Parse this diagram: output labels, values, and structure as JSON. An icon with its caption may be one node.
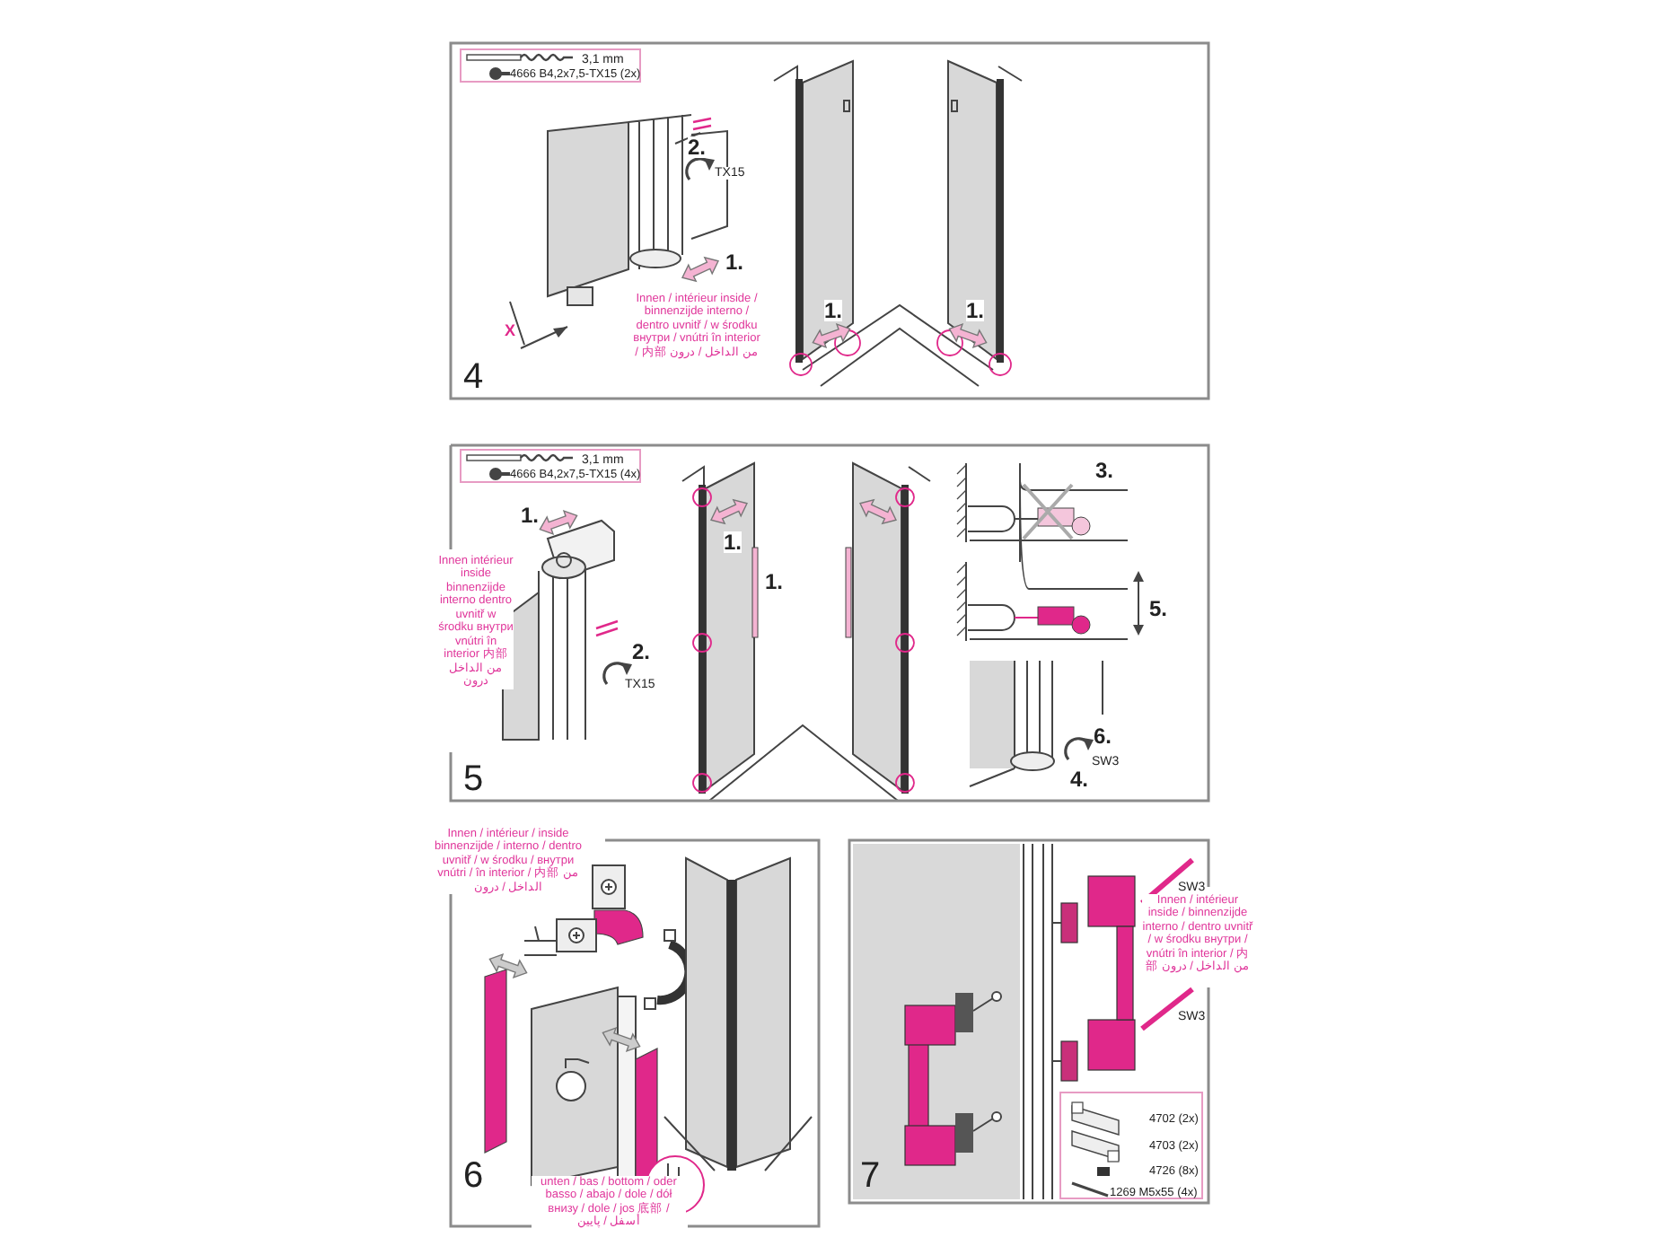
{
  "diagram": {
    "nodes": [
      {
        "text": [
          "4"
        ]
      },
      {
        "text": [
          "3,1 mm",
          "4666 B4,2x7,5-TX15 (2x)"
        ],
        "in": 0
      },
      {
        "text": [
          "5"
        ]
      },
      {
        "text": [
          "3,1 mm",
          "4666 B4,2x7,5-TX15 (4x)"
        ],
        "in": 2
      },
      {
        "text": [
          "6"
        ]
      },
      {
        "text": [
          "7"
        ]
      },
      {
        "text": [
          "4702 (2x)",
          "4703 (2x)",
          "4726 (8x)",
          "1269 M5x55 (4x)"
        ],
        "in": 5
      }
    ],
    "labels": [
      "2.",
      "TX15",
      "1.",
      "X",
      "Innen / intérieur inside / binnenzijde interno / dentro uvnitř / w środku внутри / vnútri în interior / 内部 من الداخل / درون",
      "1.",
      "1.",
      "1.",
      "Innen intérieur inside binnenzijde interno dentro uvnitř w środku внутри vnútri în interior 内部 من الداخل درون",
      "2.",
      "TX15",
      "1.",
      "1.",
      "3.",
      "5.",
      "6.",
      "SW3",
      "4.",
      "Innen / intérieur / inside binnenzijde / interno / dentro uvnitř / w środku / внутри vnútri / în interior / 内部 من الداخل / درون",
      "unten / bas / bottom / oder basso / abajo / dole / dół внизу / dole / jos 底部 / أسفل / پایین",
      "SW3",
      "Innen / intérieur inside / binnenzijde interno / dentro uvnitř / w środku внутри / vnútri în interior / 内部 من الداخل / درون",
      "SW3"
    ]
  }
}
